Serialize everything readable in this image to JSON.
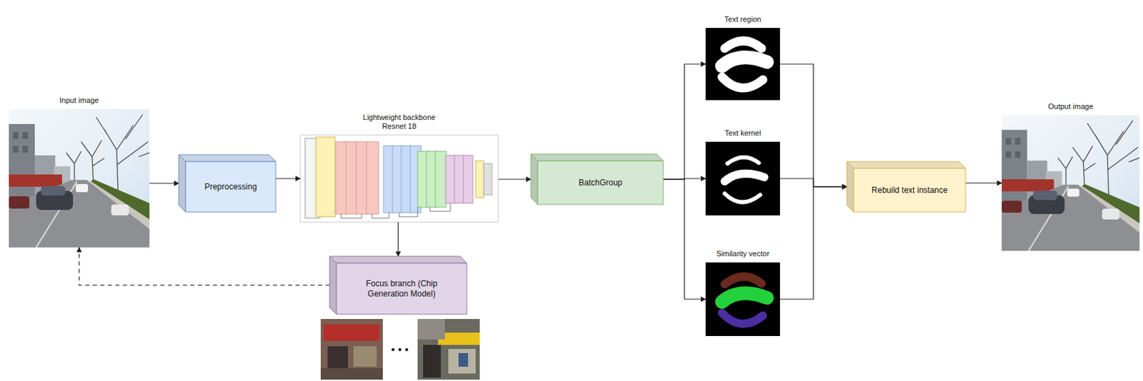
{
  "diagram": {
    "nodes": [
      {
        "text": [
          "Input image"
        ]
      },
      {
        "text": [
          "Preprocessing"
        ]
      },
      {
        "text": [
          "Lightweight backbone Resnet 18"
        ]
      },
      {
        "text": [
          "Focus branch (Chip Generation Model)"
        ]
      },
      {
        "text": [
          "BatchGroup"
        ]
      },
      {
        "text": [
          "Text region"
        ]
      },
      {
        "text": [
          "Text kernel"
        ]
      },
      {
        "text": [
          "Similarity vector"
        ]
      },
      {
        "text": [
          "Rebuild text instance"
        ]
      },
      {
        "text": [
          "Output image"
        ]
      }
    ],
    "edges": [
      {
        "from": 0,
        "to": 1,
        "arrow": "to"
      },
      {
        "from": 1,
        "to": 2,
        "arrow": "to"
      },
      {
        "from": 2,
        "to": 4,
        "arrow": "to"
      },
      {
        "from": 2,
        "to": 3,
        "arrow": "to"
      },
      {
        "from": 3,
        "to": 0,
        "arrow": "to"
      },
      {
        "from": 4,
        "to": 5,
        "arrow": "to"
      },
      {
        "from": 4,
        "to": 6,
        "arrow": "to"
      },
      {
        "from": 4,
        "to": 7,
        "arrow": "to"
      },
      {
        "from": 5,
        "to": 8,
        "arrow": "to"
      },
      {
        "from": 6,
        "to": 8,
        "arrow": "to"
      },
      {
        "from": 7,
        "to": 8,
        "arrow": "to"
      },
      {
        "from": 8,
        "to": 9,
        "arrow": "to"
      }
    ]
  }
}
